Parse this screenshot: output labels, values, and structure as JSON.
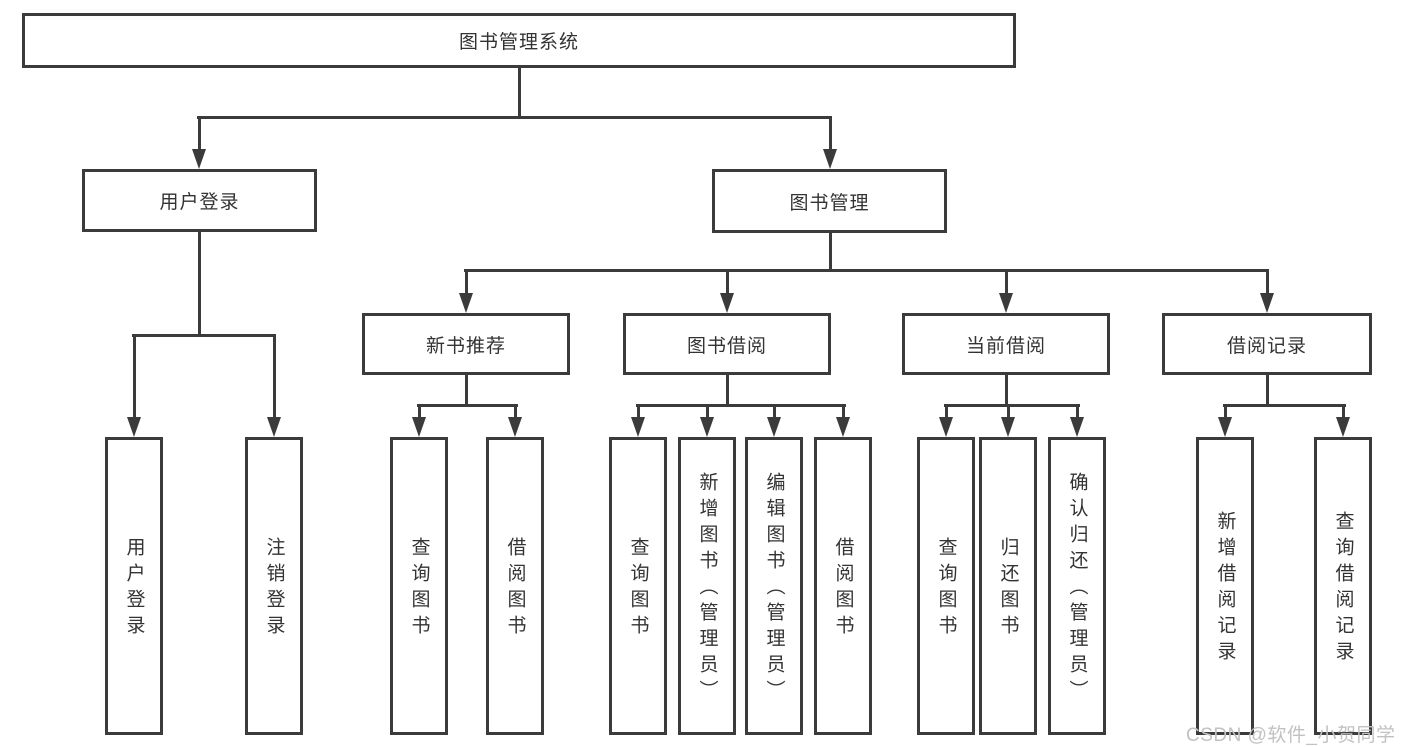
{
  "colors": {
    "line": "#3b3b3b",
    "text": "#333333",
    "watermark": "#c2c2c2"
  },
  "root": {
    "label": "图书管理系统"
  },
  "level2": {
    "user_login": "用户登录",
    "book_management": "图书管理"
  },
  "level3": {
    "new_book_recommend": "新书推荐",
    "book_borrow": "图书借阅",
    "current_borrow": "当前借阅",
    "borrow_records": "借阅记录"
  },
  "leaves": [
    "用户登录",
    "注销登录",
    "查询图书",
    "借阅图书",
    "查询图书",
    "新增图书（管理员）",
    "编辑图书（管理员）",
    "借阅图书",
    "查询图书",
    "归还图书",
    "确认归还（管理员）",
    "新增借阅记录",
    "查询借阅记录"
  ],
  "watermark": "CSDN @软件_小贺同学"
}
